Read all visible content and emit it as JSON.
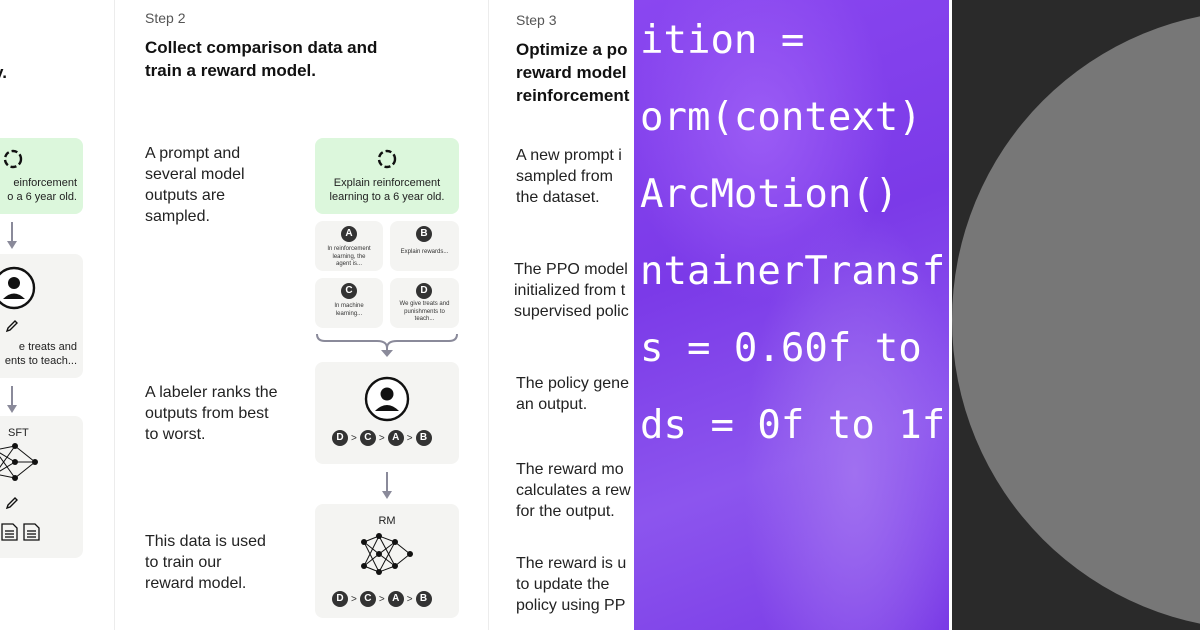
{
  "col1": {
    "heading_tail": "y.",
    "box1_lines": [
      "einforcement",
      "o a 6 year old."
    ],
    "box2_lines": [
      "e treats and",
      "ents to teach..."
    ],
    "box3_label": "SFT"
  },
  "step2": {
    "step_label": "Step 2",
    "heading_lines": [
      "Collect comparison data and",
      "train a reward model."
    ],
    "desc1_lines": [
      "A prompt and",
      "several model",
      "outputs are",
      "sampled."
    ],
    "desc2_lines": [
      "A labeler ranks the",
      "outputs from best",
      "to worst."
    ],
    "desc3_lines": [
      "This data is used",
      "to train our",
      "reward model."
    ],
    "prompt_lines": [
      "Explain reinforcement",
      "learning to a 6 year old."
    ],
    "outputs": [
      {
        "letter": "A",
        "lines": [
          "In reinforcement",
          "learning, the",
          "agent is..."
        ]
      },
      {
        "letter": "B",
        "lines": [
          "Explain rewards..."
        ]
      },
      {
        "letter": "C",
        "lines": [
          "In machine",
          "learning..."
        ]
      },
      {
        "letter": "D",
        "lines": [
          "We give treats and",
          "punishments to",
          "teach..."
        ]
      }
    ],
    "ranking": [
      "D",
      "C",
      "A",
      "B"
    ],
    "rm_label": "RM"
  },
  "step3": {
    "step_label": "Step 3",
    "heading_lines": [
      "Optimize a po",
      "reward model",
      "reinforcement"
    ],
    "desc_lines": [
      [
        "A new prompt i",
        "sampled from",
        "the dataset."
      ],
      [
        "The PPO model",
        "initialized from t",
        "supervised polic"
      ],
      [
        "The policy gene",
        "an output."
      ],
      [
        "The reward mo",
        "calculates a rew",
        "for the output."
      ],
      [
        "The reward is u",
        "to update the",
        "policy using PP"
      ]
    ]
  },
  "code_lines": [
    "ition =",
    "orm(context)",
    "ArcMotion()",
    "ntainerTransf",
    "s = 0.60f to",
    "ds = 0f to 1f"
  ],
  "colors": {
    "prompt_green": "#dcf7dc",
    "card_gray": "#f4f4f2",
    "purple": "#8a47f0",
    "dark_bg": "#2a2a2a",
    "circle_gray": "#777777"
  }
}
